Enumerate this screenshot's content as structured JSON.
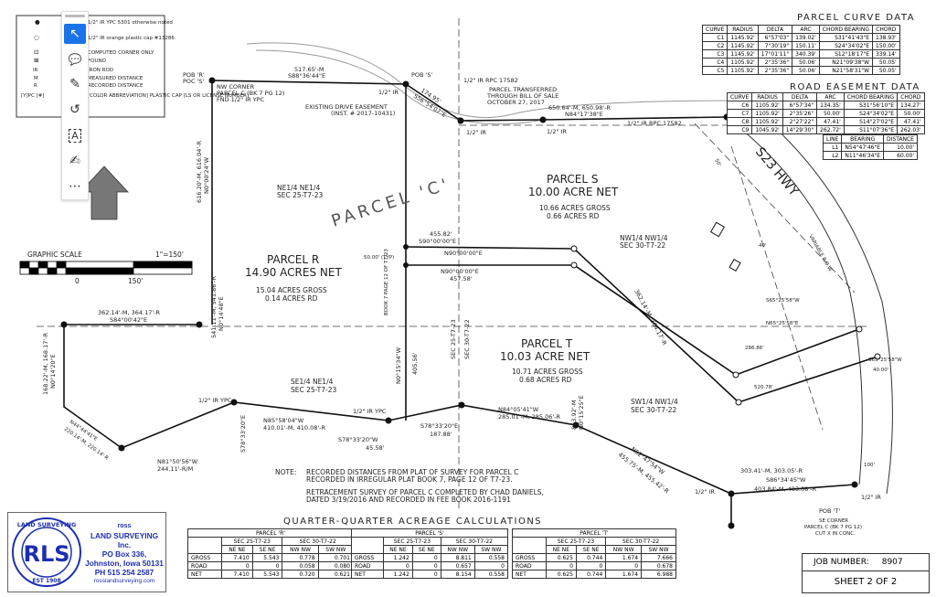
{
  "legend": {
    "rows": [
      {
        "symbol": "●",
        "text": "1/2\" IR YPC 5301 otherwise noted"
      },
      {
        "symbol": "○",
        "text": "1/2\" IR orange plastic cap #13286"
      },
      {
        "symbol": "⊡",
        "text": "COMPUTED CORNER ONLY"
      },
      {
        "symbol": "⊠",
        "text": "FOUND"
      },
      {
        "symbol": "IR",
        "text": "IRON ROD"
      },
      {
        "symbol": "M",
        "text": "MEASURED DISTANCE"
      },
      {
        "symbol": "R",
        "text": "RECORDED DISTANCE"
      },
      {
        "symbol": "[Y]PC [#]",
        "text": "[COLOR ABBREVIATION] PLASTIC CAP [LS OR LICENSE NUMBER]"
      }
    ]
  },
  "toolbar": {
    "items": [
      {
        "name": "select-tool",
        "icon": "↖"
      },
      {
        "name": "comment-tool",
        "icon": "💬"
      },
      {
        "name": "pen-tool",
        "icon": "✎"
      },
      {
        "name": "lasso-tool",
        "icon": "↺"
      },
      {
        "name": "text-tool",
        "icon": "A"
      },
      {
        "name": "stamp-tool",
        "icon": "✍"
      },
      {
        "name": "more-tool",
        "icon": "⋯"
      }
    ]
  },
  "scale": {
    "title": "GRAPHIC SCALE",
    "ratio": "1\"=150'",
    "zero": "0",
    "max": "150'"
  },
  "curve_table": {
    "title": "PARCEL CURVE DATA",
    "headers": [
      "CURVE",
      "RADIUS",
      "DELTA",
      "ARC",
      "CHORD BEARING",
      "CHORD"
    ],
    "rows": [
      [
        "C1",
        "1145.92'",
        "6°57'03\"",
        "139.02'",
        "S31°41'43\"E",
        "138.93'"
      ],
      [
        "C2",
        "1145.92'",
        "7°30'19\"",
        "150.11'",
        "S24°34'02\"E",
        "150.00'"
      ],
      [
        "C3",
        "1145.92'",
        "17°01'11\"",
        "340.39'",
        "S12°18'17\"E",
        "339.14'"
      ],
      [
        "C4",
        "1105.92'",
        "2°35'36\"",
        "50.06'",
        "N21°09'38\"W",
        "50.05'"
      ],
      [
        "C5",
        "1105.92'",
        "2°35'36\"",
        "50.06'",
        "N21°58'31\"W",
        "50.05'"
      ]
    ]
  },
  "road_table": {
    "title": "ROAD EASEMENT DATA",
    "headers": [
      "CURVE",
      "RADIUS",
      "DELTA",
      "ARC",
      "CHORD BEARING",
      "CHORD"
    ],
    "rows": [
      [
        "C6",
        "1105.92'",
        "6°57'34\"",
        "134.35'",
        "S31°56'10\"E",
        "134.27'"
      ],
      [
        "C7",
        "1105.92'",
        "2°35'26\"",
        "50.00'",
        "S24°34'02\"E",
        "50.00'"
      ],
      [
        "C8",
        "1105.92'",
        "2°27'22\"",
        "47.41'",
        "S14°27'02\"E",
        "47.41'"
      ],
      [
        "C9",
        "1045.92'",
        "14°29'30\"",
        "262.72'",
        "S11°07'36\"E",
        "262.03'"
      ]
    ]
  },
  "line_table": {
    "headers": [
      "LINE",
      "BEARING",
      "DISTANCE"
    ],
    "rows": [
      [
        "L1",
        "N54°47'46\"E",
        "10.00'"
      ],
      [
        "L2",
        "N11°46'34\"E",
        "60.00'"
      ]
    ]
  },
  "parcels": {
    "r": {
      "name": "PARCEL R",
      "net": "14.90 ACRES NET",
      "gross": "15.04 ACRES GROSS",
      "rd": "0.14 ACRES RD"
    },
    "s": {
      "name": "PARCEL S",
      "net": "10.00 ACRE NET",
      "gross": "10.66 ACRES GROSS",
      "rd": "0.66 ACRES RD"
    },
    "t": {
      "name": "PARCEL T",
      "net": "10.03 ACRE NET",
      "gross": "10.71 ACRES GROSS",
      "rd": "0.68 ACRES RD"
    },
    "c": "PARCEL 'C'"
  },
  "labels": {
    "pob_r": "POB 'R'",
    "poc_s": "POC 'S'",
    "pob_s": "POB 'S'",
    "pob_t": "POB 'T'",
    "nw_corner": "NW CORNER",
    "nw_corner2": "PARCEL C (BK 7 PG 12)",
    "nw_corner3": "FND 1/2\" IR YPC",
    "north_line": "517.65'-M",
    "north_bearing": "S88°36'44\"E",
    "drive_easement": "EXISTING DRIVE EASEMENT",
    "drive_inst": "(INST. # 2017-10431)",
    "transfer1": "PARCEL TRANSFERRED",
    "transfer2": "THROUGH BILL OF SALE",
    "transfer3": "OCTOBER 27, 2017",
    "ir_rpc": "1/2\" IR RPC 17582",
    "ir_rpc2": "1/2\" IR RPC 17582",
    "ir": "1/2\" IR",
    "ir2": "1/2\" IR",
    "ir3": "1/2\" IR",
    "s_north": "650.64'-M, 650.98'-R",
    "s_north_b": "N84°17'38\"E",
    "diag": "174.95'",
    "diag_b": "S56°54'07\"E",
    "highway": "S23 HWY",
    "row": "VARIABLE R.O.W.",
    "ne_ne": "NE1/4 NE1/4",
    "sec25a": "SEC 25-T7-23",
    "nw_nw": "NW1/4 NW1/4",
    "sec30a": "SEC 30-T7-22",
    "se_ne": "SE1/4 NE1/4",
    "sec25b": "SEC 25-T7-23",
    "sw_nw": "SW1/4 NW1/4",
    "sec30b": "SEC 30-T7-22",
    "sec25c": "SEC 25-T7-23",
    "sec30c": "SEC 30-T7-22",
    "book": "BOOK 7 PAGE 12 OF T7-23",
    "typ": "50.00' (TYP)",
    "n90a": "N90°00'00\"E",
    "s90": "S90°00'00\"E",
    "d455": "455.82'",
    "n90b": "N90°00'00\"E",
    "d457": "457.58'",
    "west_r": "541.11'-M, 541.86'-R",
    "west_rb": "N0°14'48\"E",
    "west_l": "616.20'-M, 616.04'-R",
    "west_lb": "N0°00'24\"W",
    "s_left": "362.14'-M, 364.17'-R",
    "s_leftb": "S84°00'42\"E",
    "far_w": "168.22'-M, 168.17'-R",
    "far_wb": "N0°14'20\"E",
    "sw_diag": "220.14'-M, 220.14'-R",
    "sw_diagb": "N44°44'41\"E",
    "bot1": "N81°50'56\"W",
    "bot1d": "244.11'-R/M",
    "ypc1": "1/2\" IR YPC",
    "ypc2": "1/2\" IR YPC",
    "ir_bottom": "1/2\" IR",
    "mid_b": "N85°58'04\"W",
    "mid_d": "410.01'-M, 410.08'-R",
    "s78a": "S78°33'20\"W",
    "d4558": "45.58'",
    "s78b": "S78°33'20\"E",
    "d18788": "187.88'",
    "n84": "N84°05'41\"W",
    "n84d": "285.01'-M, 285.06'-R",
    "v_t": "N0°15'34\"W",
    "v_td": "405.56'",
    "n52": "N52°47'54\"W",
    "n52d": "455.75'-M, 455.42'-R",
    "sw_se": "863.92'-M",
    "sw_seb": "N0°15'25\"E",
    "bot_r": "303.41'-M, 303.05'-R",
    "bot_t": "S86°34'45\"W",
    "bot_td": "403.84'-M, 403.08'-R",
    "se_corner": "SE CORNER",
    "se_corner2": "PARCEL C (BK 7 PG 12)",
    "se_corner3": "CUT X IN CONC.",
    "easting": "S65°25'58\"W",
    "e40": "40.00'",
    "n65": "N65°25'58\"E",
    "d520": "520.78'",
    "d286": "286.86'",
    "d100": "100'",
    "d40": "40'",
    "d50": "50'"
  },
  "note": {
    "label": "NOTE:",
    "lines": [
      "RECORDED DISTANCES FROM PLAT OF SURVEY FOR PARCEL C",
      "RECORDED IN IRREGULAR PLAT BOOK 7, PAGE 12 OF T7-23.",
      "RETRACEMENT SURVEY OF PARCEL C COMPLETED BY CHAD DANIELS,",
      "DATED 3/19/2016 AND RECORDED IN FEE BOOK 2016-1191"
    ]
  },
  "acreage": {
    "title": "QUARTER-QUARTER ACREAGE CALCULATIONS",
    "sec_a": "SEC 25-T7-23",
    "sec_b": "SEC 30-T7-22",
    "cols": [
      "NE NE",
      "SE NE",
      "NW NW",
      "SW NW"
    ],
    "row_labels": [
      "GROSS",
      "ROAD",
      "NET"
    ],
    "tables": [
      {
        "title": "PARCEL 'R'",
        "rows": [
          [
            "7.410",
            "5.543",
            "0.778",
            "0.701"
          ],
          [
            "0",
            "0",
            "0.058",
            "0.080"
          ],
          [
            "7.410",
            "5.543",
            "0.720",
            "0.621"
          ]
        ]
      },
      {
        "title": "PARCEL 'S'",
        "rows": [
          [
            "1.242",
            "0",
            "8.811",
            "0.558"
          ],
          [
            "0",
            "0",
            "0.657",
            "0"
          ],
          [
            "1.242",
            "0",
            "8.154",
            "0.558"
          ]
        ]
      },
      {
        "title": "PARCEL 'T'",
        "rows": [
          [
            "0.625",
            "0.744",
            "1.674",
            "7.666"
          ],
          [
            "0",
            "0",
            "0",
            "0.678"
          ],
          [
            "0.625",
            "0.744",
            "1.674",
            "6.988"
          ]
        ]
      }
    ]
  },
  "company": {
    "seal": "LAND SURVEYING",
    "seal_est": "EST 1908",
    "seal_letters": "RLS",
    "lines": [
      "ross",
      "LAND SURVEYING",
      "Inc.",
      "PO Box 336,",
      "Johnston, Iowa 50131",
      "PH 515 254 2587"
    ],
    "url": "rosslandsurveying.com"
  },
  "job": {
    "label": "JOB NUMBER:",
    "number": "8907",
    "sheet": "SHEET 2 OF 2"
  }
}
